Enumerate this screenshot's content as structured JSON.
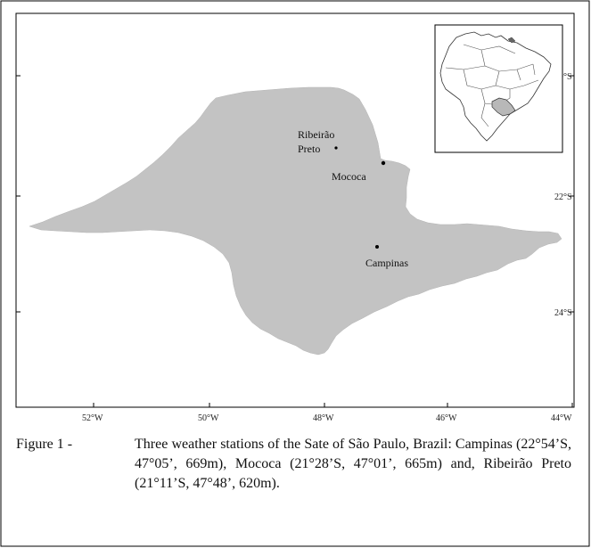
{
  "map": {
    "places": [
      {
        "name_line1": "Ribeirão",
        "name_line2": "Preto"
      },
      {
        "name": "Mococa"
      },
      {
        "name": "Campinas"
      }
    ],
    "lat_ticks": [
      "20°S",
      "22°S",
      "24°S"
    ],
    "lon_ticks": [
      "52°W",
      "50°W",
      "48°W",
      "46°W",
      "44°W"
    ],
    "colors": {
      "state_fill": "#c3c3c3",
      "frame": "#000000",
      "background": "#ffffff"
    },
    "inset": {
      "description_icon": "brazil-inset-map",
      "highlight_fill": "#b8b8b8"
    }
  },
  "caption": {
    "lead": "Figure 1 -",
    "body": "Three weather stations of the Sate of São Paulo, Brazil: Campinas (22°54’S, 47°05’, 669m), Mococa (21°28’S, 47°01’, 665m) and, Ribeirão Preto (21°11’S, 47°48’, 620m)."
  }
}
